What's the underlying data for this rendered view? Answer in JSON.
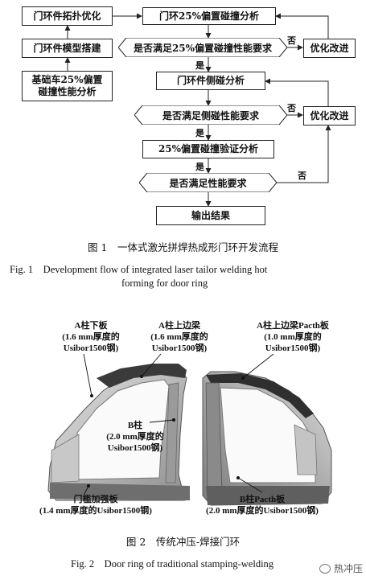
{
  "flow": {
    "door_topology": "门环件拓扑优化",
    "door_model": "门环件模型搭建",
    "base_car": "基础车25%偏置碰撞性能分析",
    "analysis_25": "门环25%偏置碰撞分析",
    "decision_25": "是否满足25%偏置碰撞性能要求",
    "optimize": "优化改进",
    "side_analysis": "门环件侧碰分析",
    "decision_side": "是否满足侧碰性能要求",
    "verify_25": "25%偏置碰撞验证分析",
    "decision_all": "是否满足性能要求",
    "output": "输出结果",
    "yes": "是",
    "no": "否"
  },
  "fig1": {
    "cn": "图 1　一体式激光拼焊热成形门环开发流程",
    "en_line1": "Fig. 1　Development flow of integrated laser tailor welding hot",
    "en_line2": "forming for door ring"
  },
  "photo_labels": {
    "a_lower_title": "A柱下板",
    "a_lower_spec1": "(1.6 mm厚度的",
    "a_lower_spec2": "Usibor1500钢)",
    "a_upper_title": "A柱上边梁",
    "a_upper_spec1": "(1.6 mm厚度的",
    "a_upper_spec2": "Usibor1500钢)",
    "a_patch_title": "A柱上边梁Pacth板",
    "a_patch_spec1": "(1.0 mm厚度的",
    "a_patch_spec2": "Usibor1500钢)",
    "b_title": "B柱",
    "b_spec1": "(2.0 mm厚度的",
    "b_spec2": "Usibor1500钢)",
    "sill_title": "门槛加强板",
    "sill_spec": "(1.4 mm厚度的Usibor1500钢)",
    "b_patch_title": "B柱Pacth板",
    "b_patch_spec": "(2.0 mm厚度的Usibor1500钢)"
  },
  "fig2": {
    "cn": "图 2　传统冲压-焊接门环",
    "en": "Fig. 2　Door ring of traditional stamping-welding"
  },
  "watermark": "热冲压"
}
